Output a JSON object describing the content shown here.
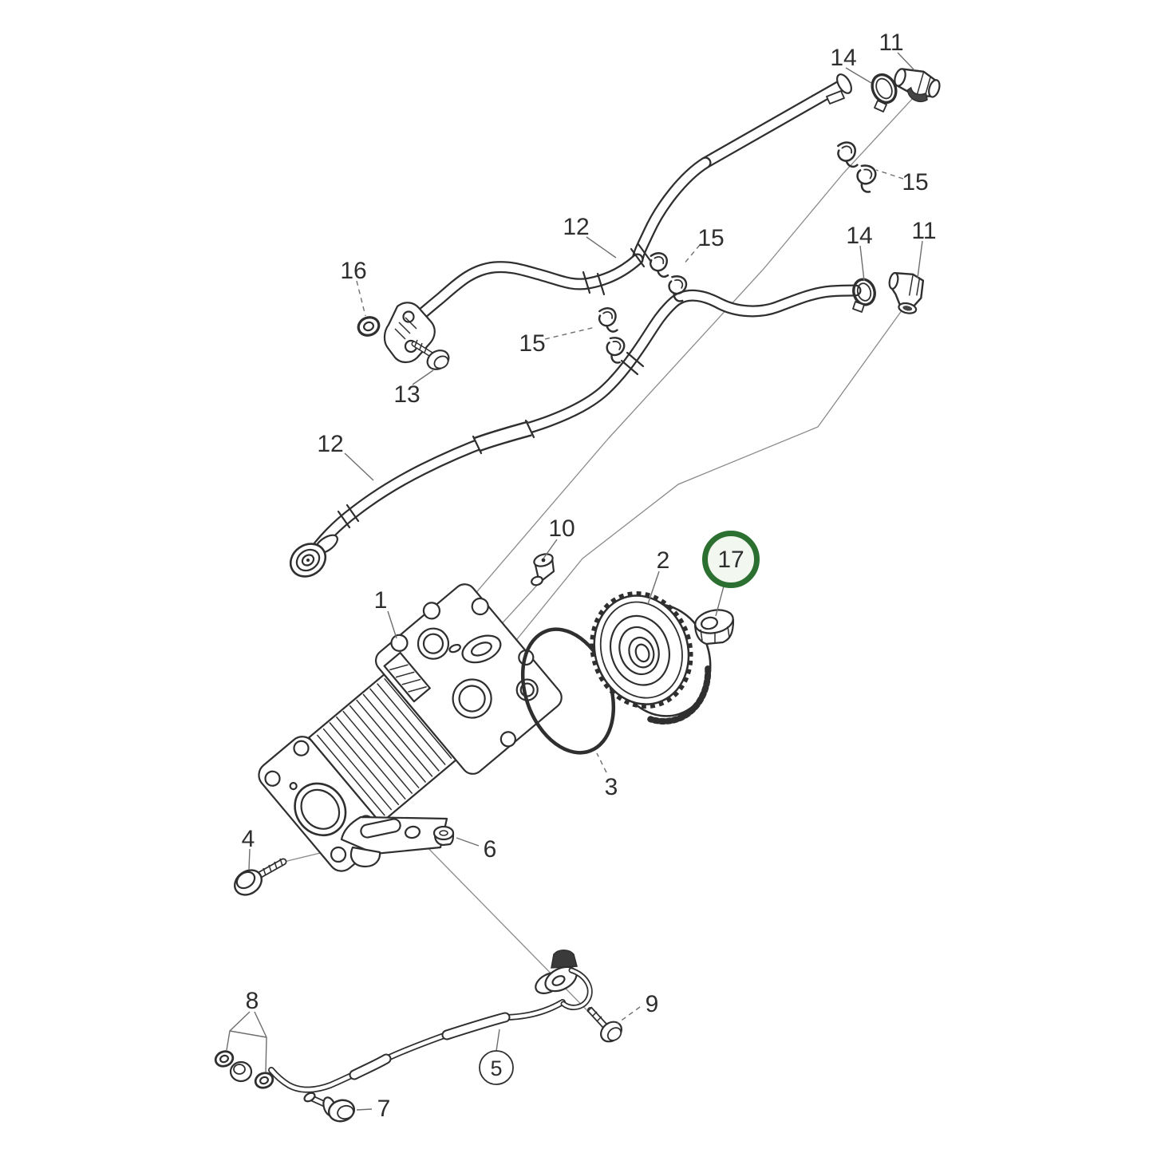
{
  "figure": {
    "type": "exploded-parts-diagram",
    "subject": "air compressor with coolant hoses, drive gear and oil supply line",
    "background_color": "#ffffff",
    "line_color": "#2f2f2f",
    "leader_color": "#6e6e6e"
  },
  "highlight": {
    "label": "17",
    "ring_color": "#2b7030",
    "fill_color": "#f2f7ef"
  },
  "circled_callout": {
    "label": "5"
  },
  "callouts": [
    {
      "label": "1"
    },
    {
      "label": "2"
    },
    {
      "label": "3"
    },
    {
      "label": "4"
    },
    {
      "label": "5"
    },
    {
      "label": "6"
    },
    {
      "label": "7"
    },
    {
      "label": "8"
    },
    {
      "label": "9"
    },
    {
      "label": "10"
    },
    {
      "label": "11"
    },
    {
      "label": "11"
    },
    {
      "label": "12"
    },
    {
      "label": "12"
    },
    {
      "label": "13"
    },
    {
      "label": "14"
    },
    {
      "label": "14"
    },
    {
      "label": "15"
    },
    {
      "label": "15"
    },
    {
      "label": "15"
    },
    {
      "label": "16"
    },
    {
      "label": "17"
    }
  ]
}
